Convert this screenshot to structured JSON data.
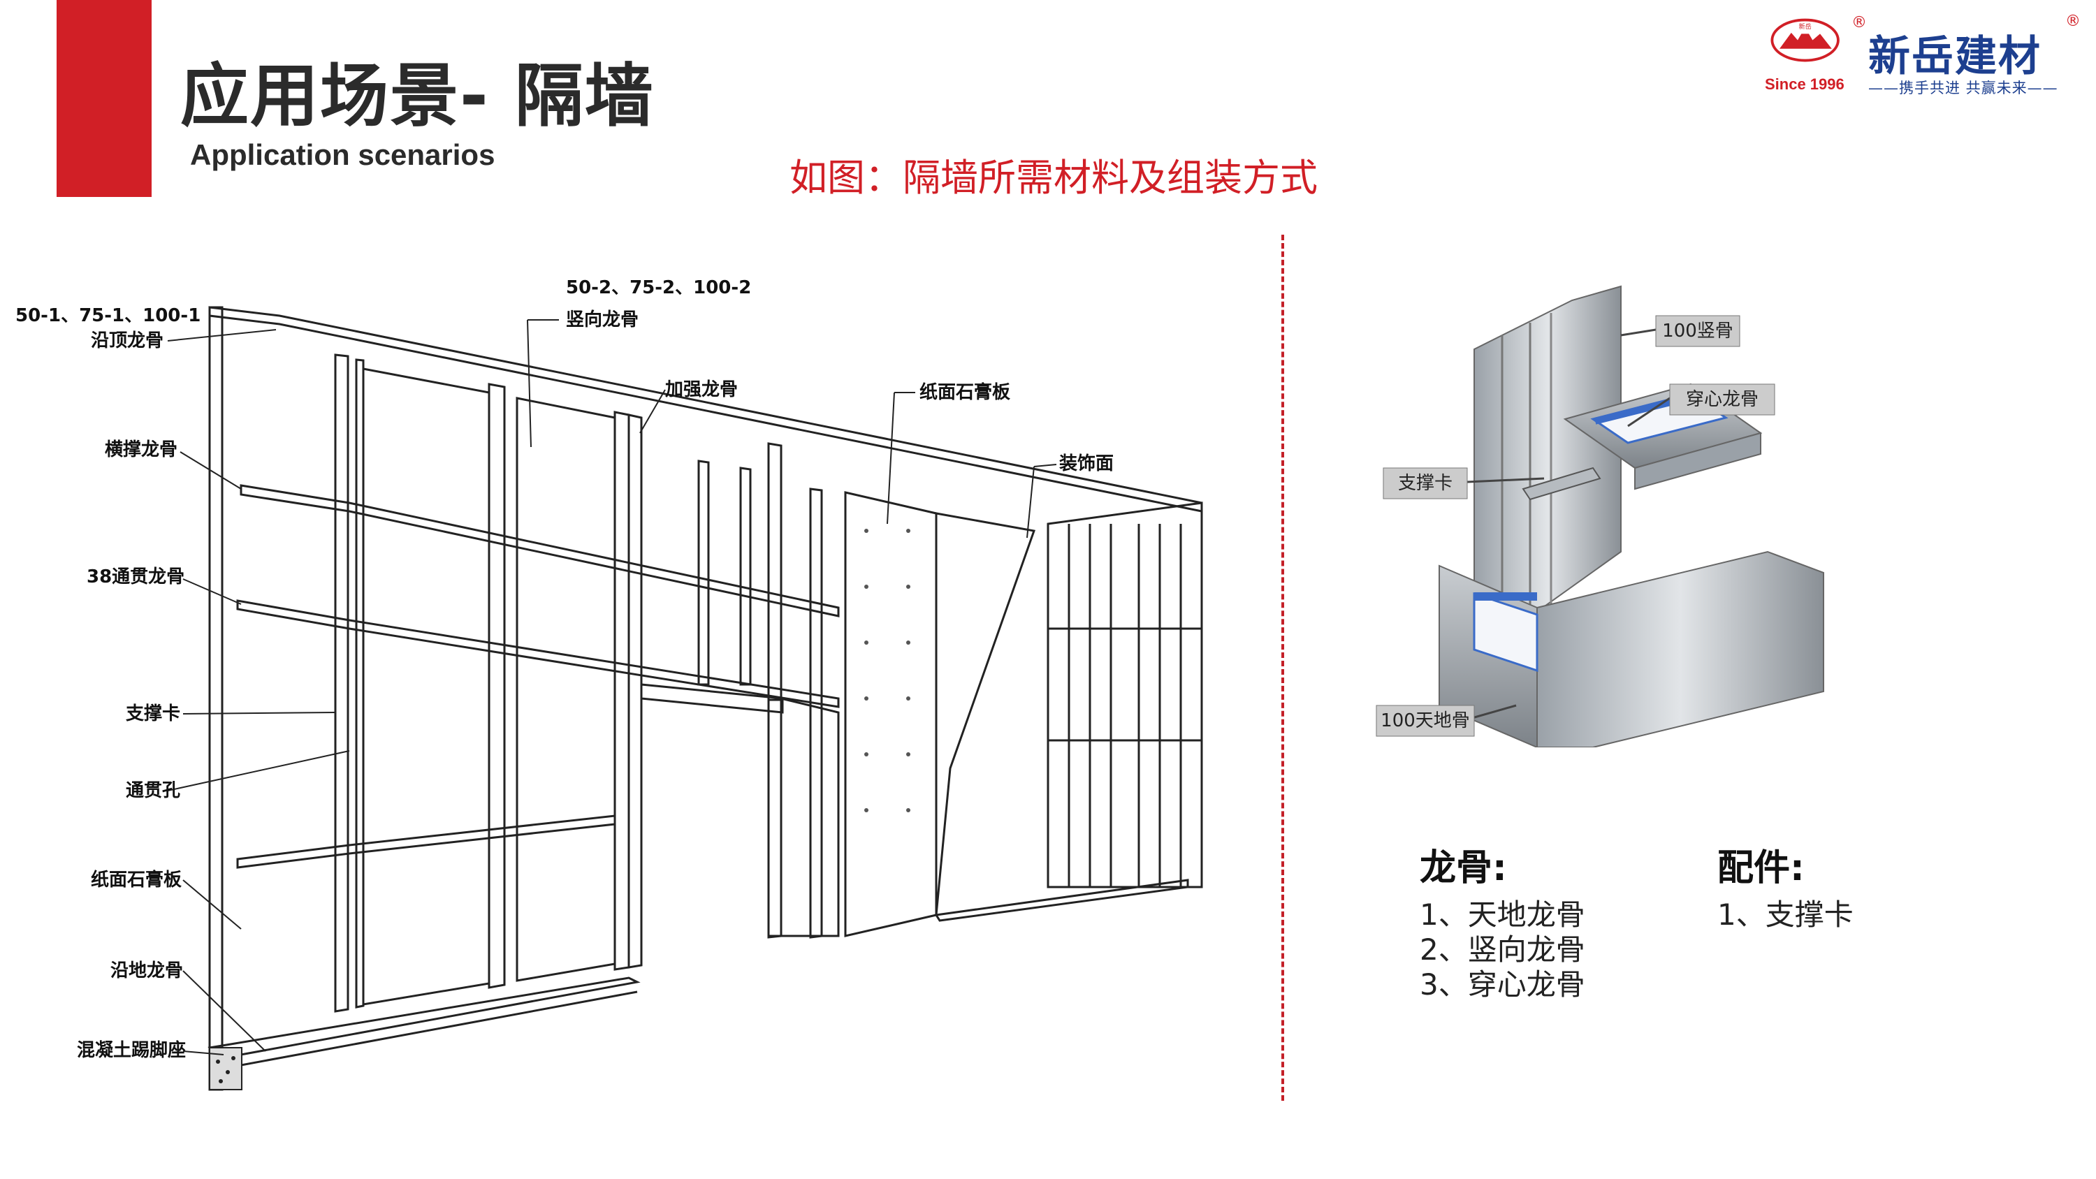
{
  "header": {
    "title": "应用场景- 隔墙",
    "subtitle": "Application scenarios",
    "caption": "如图：隔墙所需材料及组装方式"
  },
  "logo": {
    "name": "新岳建材",
    "badge_text": "新岳",
    "reg_mark": "®",
    "since": "Since 1996",
    "slogan": "——携手共进 共赢未来——",
    "brand_color": "#1d3f8f",
    "accent_color": "#d11f26"
  },
  "diagram": {
    "labels": {
      "top_track_spec": "50-1、75-1、100-1",
      "top_track": "沿顶龙骨",
      "cross_brace": "横撑龙骨",
      "through_keel_38": "38通贯龙骨",
      "support_clip": "支撑卡",
      "through_hole": "通贯孔",
      "gypsum_board_left": "纸面石膏板",
      "floor_track": "沿地龙骨",
      "concrete_base": "混凝土踢脚座",
      "stud_spec": "50-2、75-2、100-2",
      "vertical_stud": "竖向龙骨",
      "reinforced_keel": "加强龙骨",
      "gypsum_board_right": "纸面石膏板",
      "decorative_face": "装饰面"
    }
  },
  "photo": {
    "labels": {
      "stud_100": "100竖骨",
      "through_keel": "穿心龙骨",
      "support_clip": "支撑卡",
      "track_100": "100天地骨"
    }
  },
  "keel_list": {
    "heading": "龙骨:",
    "items": [
      "1、天地龙骨",
      "2、竖向龙骨",
      "3、穿心龙骨"
    ]
  },
  "accessory_list": {
    "heading": "配件:",
    "items": [
      "1、支撑卡"
    ]
  }
}
